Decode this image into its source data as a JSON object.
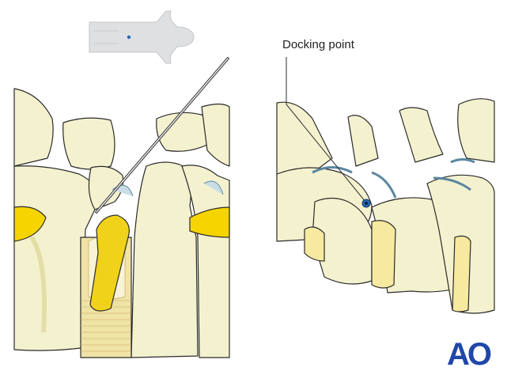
{
  "annotation": {
    "docking_point_label": "Docking point"
  },
  "logo": {
    "text": "AO",
    "color": "#1f47a8"
  },
  "colors": {
    "bone": "#f4f1cf",
    "bone_shadow": "#e3dea6",
    "outline": "#2b2b2b",
    "disc_yellow": "#f5d400",
    "nerve_yellow": "#f1d21a",
    "cartilage_blue": "#c9dde6",
    "needle": "#444444",
    "body_icon": "#dfe0e2",
    "docking_dot": "#2a67b0"
  },
  "icons": [
    "prone-patient-icon",
    "guide-needle-icon",
    "docking-point-marker-icon",
    "ao-logo"
  ]
}
